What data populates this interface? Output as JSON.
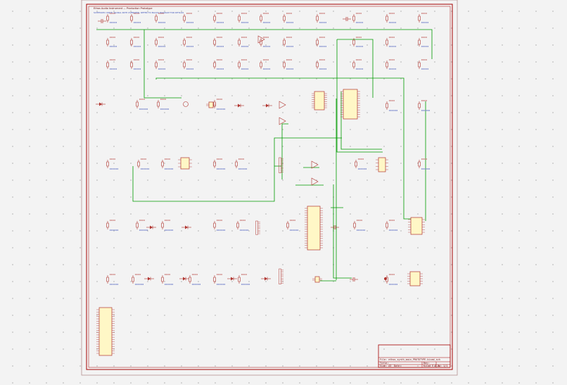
{
  "sheet": {
    "header_title": "Ethos Audio Instrument — Production Prototype",
    "header_note": "SCHEMATIC NOTE: SIGNAL PATH OVERVIEW, REFER TO BLOCK DIAGRAM FOR DETAILS",
    "title_block": {
      "file_label": "File: ethos_synth_main_PROTOTYPE.kicad_sch",
      "title_label": "Title:",
      "size_label": "Size: A3",
      "date_label": "Date:",
      "rev_label": "Rev:",
      "kicad_label": "KiCad E.D.A.",
      "sheet_label": "Id: 1/1"
    }
  },
  "colors": {
    "background": "#f3f3f3",
    "frame": "#a40000",
    "wire": "#009a00",
    "component": "#b0342f",
    "label": "#3a4fb8",
    "ic_fill": "#fff7c6"
  }
}
